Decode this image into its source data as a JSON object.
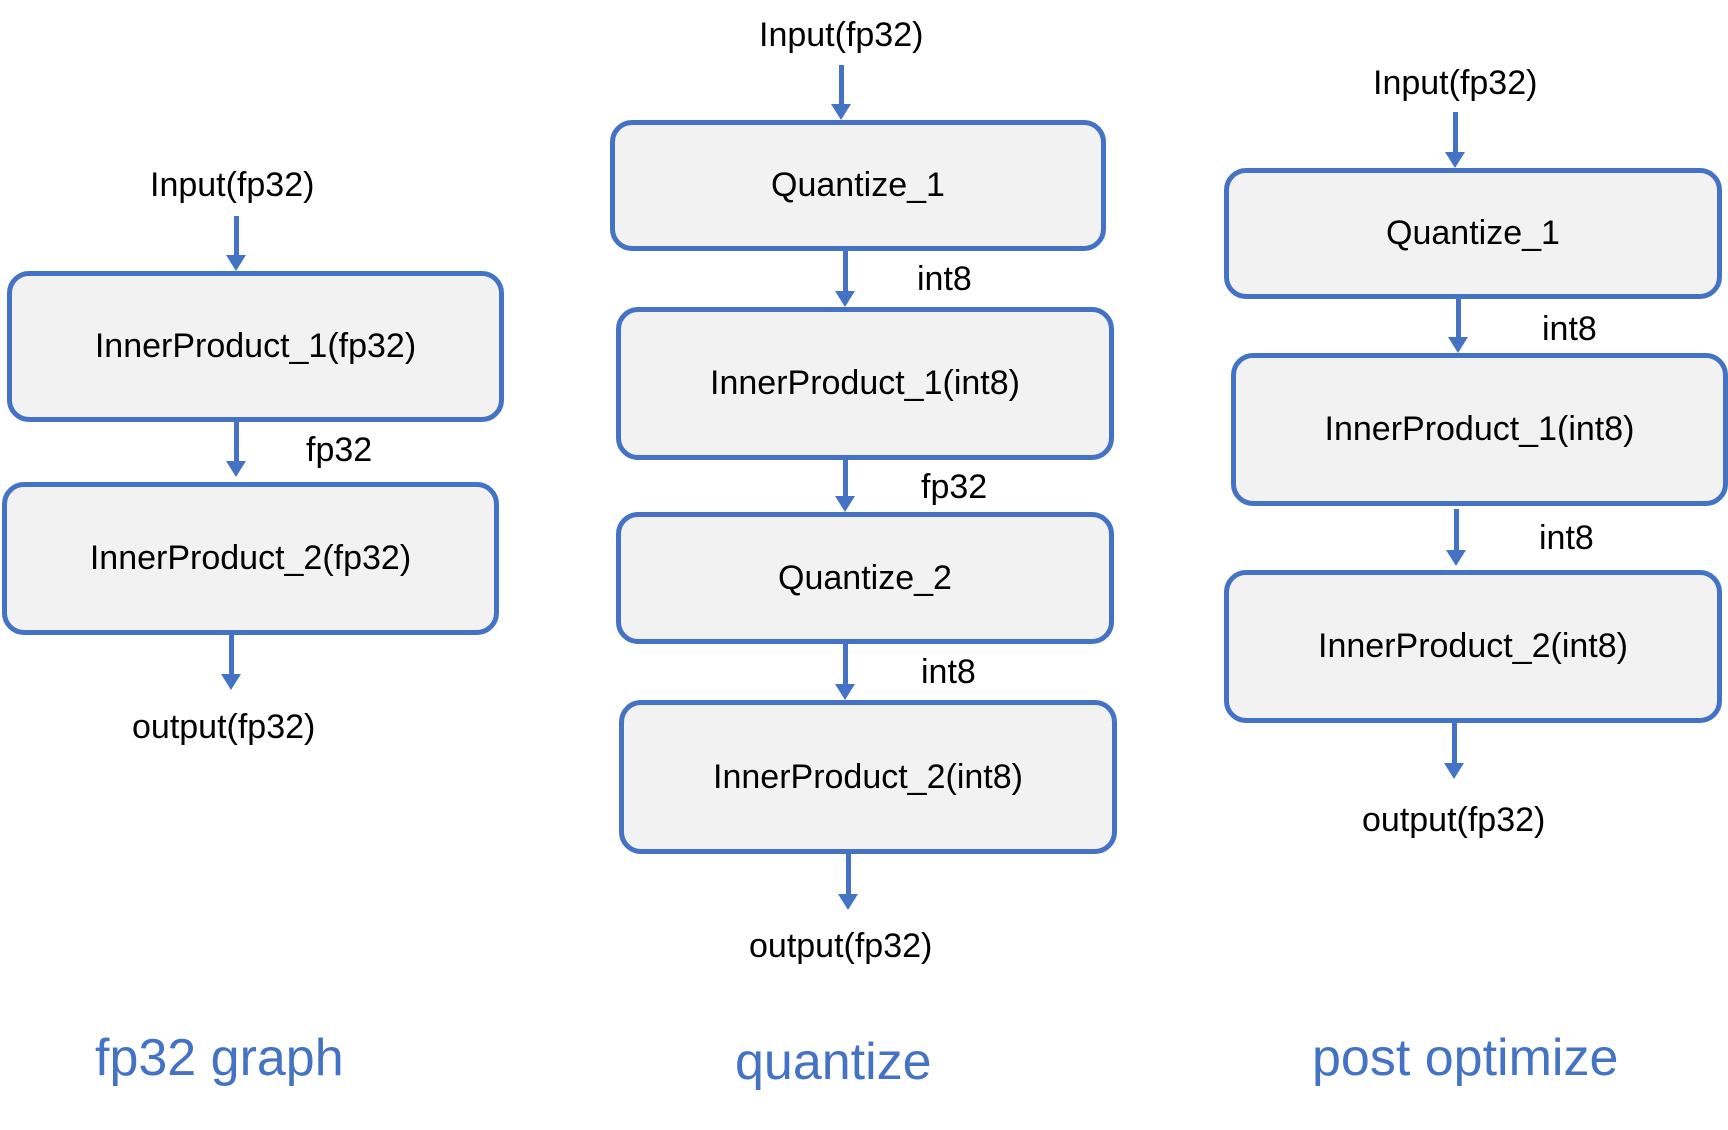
{
  "colors": {
    "accent": "#4472c4",
    "node_fill": "#f2f2f2",
    "text": "#000000"
  },
  "columns": [
    {
      "caption": "fp32 graph",
      "input": "Input(fp32)",
      "nodes": [
        "InnerProduct_1(fp32)",
        "InnerProduct_2(fp32)"
      ],
      "edge_labels": [
        "fp32"
      ],
      "output": "output(fp32)"
    },
    {
      "caption": "quantize",
      "input": "Input(fp32)",
      "nodes": [
        "Quantize_1",
        "InnerProduct_1(int8)",
        "Quantize_2",
        "InnerProduct_2(int8)"
      ],
      "edge_labels": [
        "int8",
        "fp32",
        "int8"
      ],
      "output": "output(fp32)"
    },
    {
      "caption": "post optimize",
      "input": "Input(fp32)",
      "nodes": [
        "Quantize_1",
        "InnerProduct_1(int8)",
        "InnerProduct_2(int8)"
      ],
      "edge_labels": [
        "int8",
        "int8"
      ],
      "output": "output(fp32)"
    }
  ]
}
